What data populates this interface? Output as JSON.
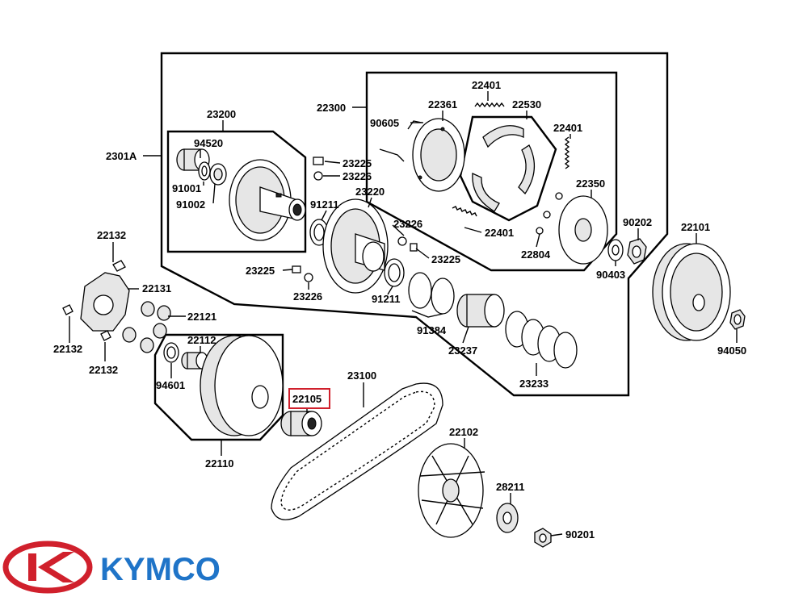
{
  "parts": {
    "p2301A": "2301A",
    "p23200": "23200",
    "p94520": "94520",
    "p91001": "91001",
    "p91002": "91002",
    "p23225_top": "23225",
    "p23226_top": "23226",
    "p91211_top": "91211",
    "p23220": "23220",
    "p22300": "22300",
    "p90605": "90605",
    "p22361": "22361",
    "p22401_top": "22401",
    "p22530": "22530",
    "p22401_right": "22401",
    "p22350": "22350",
    "p22401_bottom": "22401",
    "p22804": "22804",
    "p90202": "90202",
    "p90403": "90403",
    "p22101": "22101",
    "p94050": "94050",
    "p23226_mid": "23226",
    "p23225_mid": "23225",
    "p23225_left": "23225",
    "p23226_left": "23226",
    "p91211_mid": "91211",
    "p91384": "91384",
    "p23237": "23237",
    "p23233": "23233",
    "p22132_a": "22132",
    "p22131": "22131",
    "p22121": "22121",
    "p22132_b": "22132",
    "p22132_c": "22132",
    "p22112": "22112",
    "p94601": "94601",
    "p22110": "22110",
    "p22105": "22105",
    "p23100": "23100",
    "p22102": "22102",
    "p28211": "28211",
    "p90201": "90201"
  },
  "highlight_color": "#d0202c",
  "brand": {
    "name": "KYMCO",
    "logo_color": "#d0202c",
    "text_color": "#1f74c8"
  }
}
